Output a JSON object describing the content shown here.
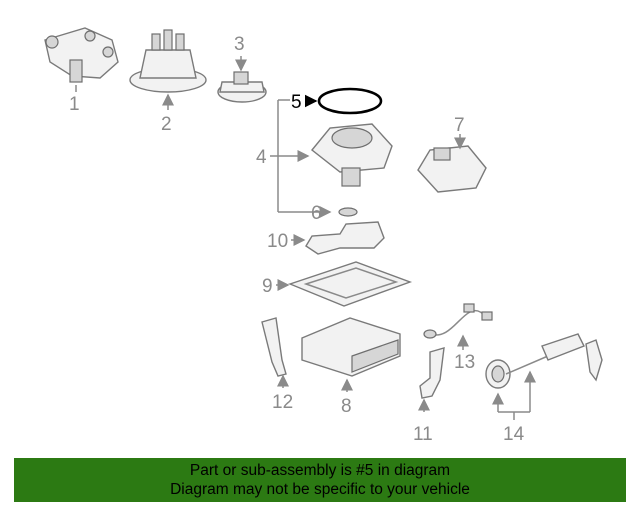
{
  "callouts": {
    "c1": "1",
    "c2": "2",
    "c3": "3",
    "c4": "4",
    "c5": "5",
    "c6": "6",
    "c7": "7",
    "c8": "8",
    "c9": "9",
    "c10": "10",
    "c11": "11",
    "c12": "12",
    "c13": "13",
    "c14": "14"
  },
  "highlighted_part": "5",
  "banner": {
    "line1": "Part or sub-assembly is #5 in diagram",
    "line2": "Diagram may not be specific to your vehicle",
    "color": "#2c7a13"
  }
}
